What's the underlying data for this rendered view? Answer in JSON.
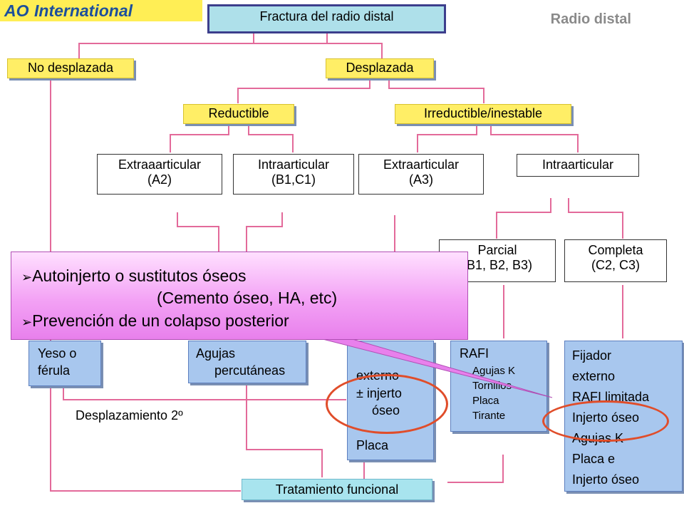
{
  "logo": {
    "ao": "AO",
    "intl": "International"
  },
  "corner_label": "Radio distal",
  "title": "Fractura del radio distal",
  "level1": {
    "left": "No desplazada",
    "right": "Desplazada"
  },
  "level2": {
    "left": "Reductible",
    "right": "Irreductible/inestable"
  },
  "level3": {
    "b1": [
      "Extraaarticular",
      "(A2)"
    ],
    "b2": [
      "Intraarticular",
      "(B1,C1)"
    ],
    "b3": [
      "Extraarticular",
      "(A3)"
    ],
    "b4": [
      "Intraarticular"
    ]
  },
  "level4": {
    "parcial": [
      "Parcial",
      "(B1, B2, B3)"
    ],
    "completa": [
      "Completa",
      "(C2, C3)"
    ]
  },
  "treat": {
    "yeso": [
      "Yeso o",
      "férula"
    ],
    "agujas": [
      "Agujas",
      "percutáneas"
    ],
    "fijador_mid": [
      "externo",
      "± injerto",
      "óseo",
      "Placa"
    ],
    "rafi": [
      "RAFI",
      "Agujas K",
      "Tornillos",
      "Placa",
      "Tirante"
    ],
    "fijador_right": [
      "Fijador",
      "externo",
      "RAFI limitada",
      "Injerto óseo",
      "Agujas K",
      "Placa e",
      "Injerto óseo"
    ]
  },
  "desplazamiento": "Desplazamiento 2º",
  "funcional": "Tratamiento funcional",
  "popup": {
    "line1": "Autoinjerto o sustitutos óseos",
    "line2": "(Cemento óseo, HA, etc)",
    "line3": "Prevención de un colapso posterior",
    "bullet": "➢"
  },
  "colors": {
    "cyan": "#a8e4ee",
    "yellow": "#ffee66",
    "blue": "#a8c7ee",
    "line": "#e36a9a",
    "popup": "#f3a2f5",
    "ellipse": "#e04d2a"
  }
}
